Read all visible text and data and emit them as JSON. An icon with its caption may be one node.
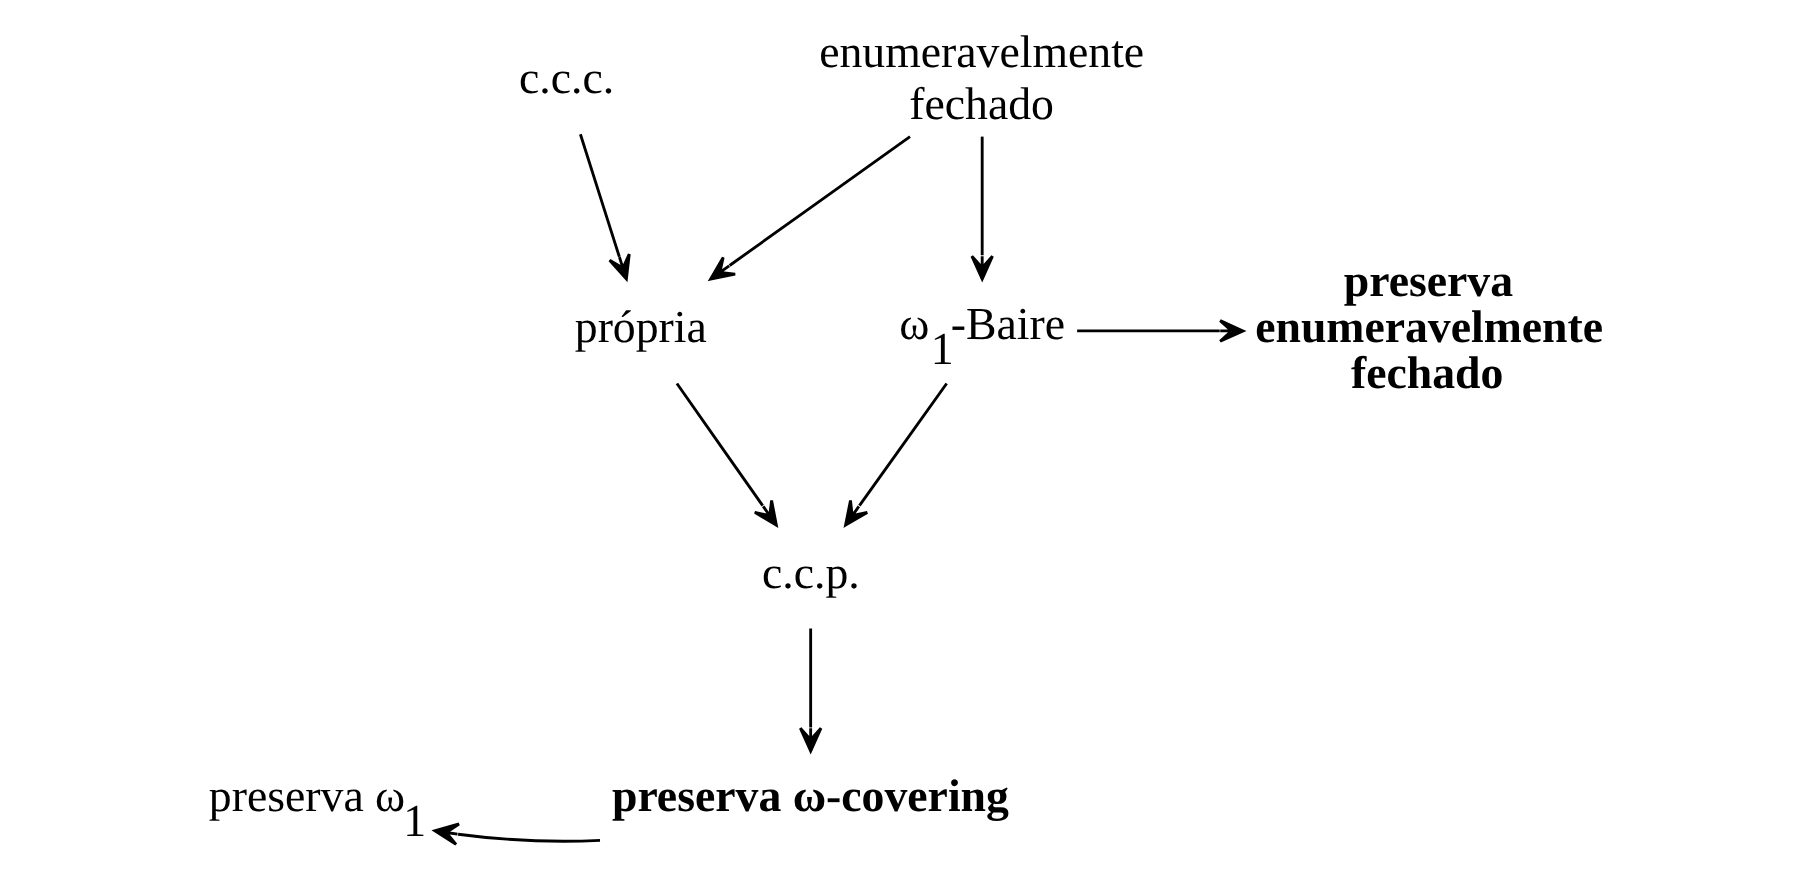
{
  "diagram": {
    "nodes": [
      {
        "text": [
          "c.c.c."
        ]
      },
      {
        "text": [
          "enumeravelmente fechado"
        ]
      },
      {
        "text": [
          "própria"
        ]
      },
      {
        "text": [
          "ω$_{1}$-Baire"
        ]
      },
      {
        "text": [
          "preserva enumeravelmente fechado"
        ]
      },
      {
        "text": [
          "c.c.p."
        ]
      },
      {
        "text": [
          "preserva ω$_{1}$"
        ]
      },
      {
        "text": [
          "preserva ω-covering"
        ]
      }
    ],
    "edges": [
      {
        "from": 0,
        "to": 2,
        "arrow": "to"
      },
      {
        "from": 1,
        "to": 2,
        "arrow": "to"
      },
      {
        "from": 1,
        "to": 3,
        "arrow": "to"
      },
      {
        "from": 3,
        "to": 4,
        "arrow": "to"
      },
      {
        "from": 3,
        "to": 5,
        "arrow": "to"
      },
      {
        "from": 2,
        "to": 5,
        "arrow": "to"
      },
      {
        "from": 5,
        "to": 7,
        "arrow": "to"
      },
      {
        "from": 7,
        "to": 6,
        "arrow": "to"
      }
    ]
  }
}
